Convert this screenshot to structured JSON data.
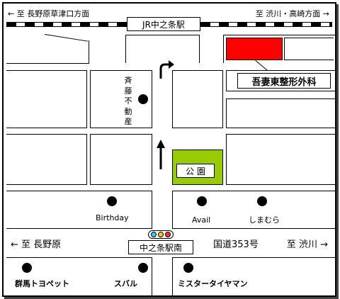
{
  "directions": {
    "top_left": "← 至 長野原草津口方面",
    "top_right": "至 渋川・高崎方面 →",
    "mid_left": "← 至 長野原",
    "mid_right": "至 渋川 →"
  },
  "station": {
    "name": "JR中之条駅"
  },
  "clinic": {
    "name": "吾妻東整形外科",
    "color": "#ff0000"
  },
  "park": {
    "name": "公 園",
    "color": "#99cc00"
  },
  "intersection": {
    "name": "中之条駅南"
  },
  "route": {
    "name": "国道353号"
  },
  "landmarks": {
    "saito_fudosan": [
      "斉",
      "藤",
      "不",
      "動",
      "産"
    ],
    "birthday": "Birthday",
    "avail": "Avail",
    "shimamura": "しまむら",
    "gunma_toyopet": "群馬トヨペット",
    "subaru": "スバル",
    "mister_tireman": "ミスタータイヤマン"
  },
  "signal": {
    "colors": [
      "#33ccff",
      "#ffcc00",
      "#ff3333"
    ]
  }
}
